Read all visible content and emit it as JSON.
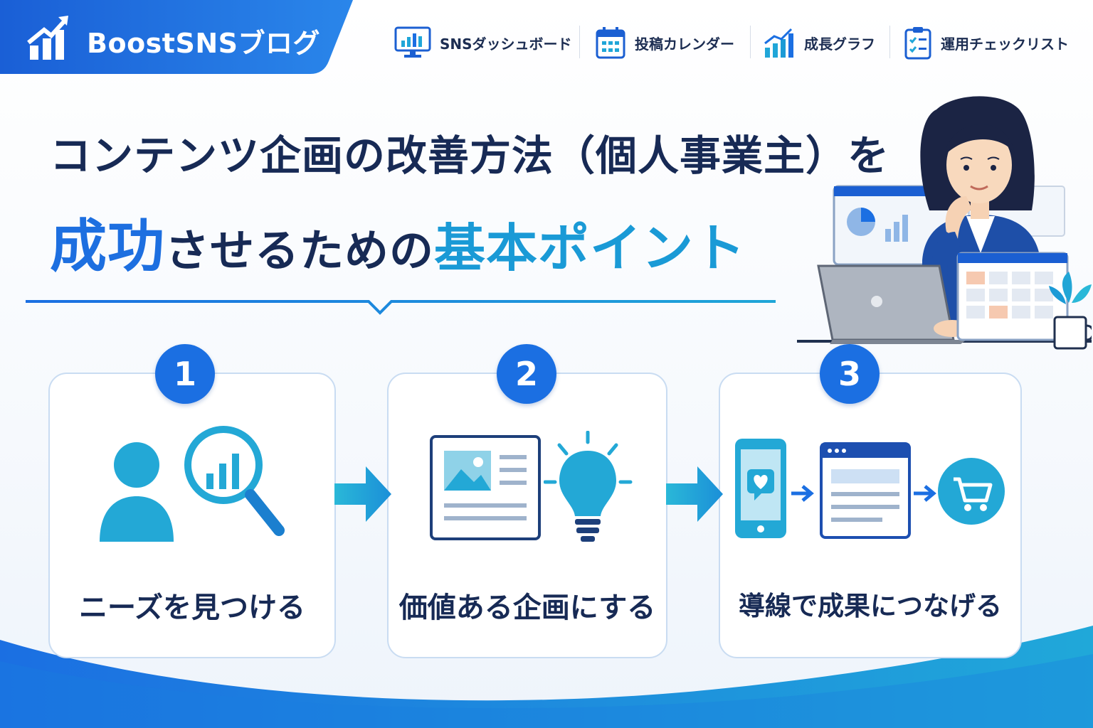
{
  "brand": {
    "name": "BoostSNSブログ",
    "accent": "#1b6fe2",
    "accent2": "#1fa6d8"
  },
  "nav": [
    {
      "label": "SNSダッシュボード",
      "icon": "dashboard-monitor-icon"
    },
    {
      "label": "投稿カレンダー",
      "icon": "calendar-icon"
    },
    {
      "label": "成長グラフ",
      "icon": "growth-chart-icon"
    },
    {
      "label": "運用チェックリスト",
      "icon": "checklist-icon"
    }
  ],
  "headline": {
    "line1": "コンテンツ企画の改善方法（個人事業主）を",
    "line2_a": "成功",
    "line2_b": "させるための",
    "line2_c": "基本ポイント"
  },
  "steps": [
    {
      "number": "1",
      "label": "ニーズを見つける",
      "icons": [
        "person-icon",
        "magnifier-chart-icon"
      ]
    },
    {
      "number": "2",
      "label": "価値ある企画にする",
      "icons": [
        "article-image-icon",
        "lightbulb-icon"
      ]
    },
    {
      "number": "3",
      "label": "導線で成果につなげる",
      "icons": [
        "smartphone-heart-icon",
        "webpage-icon",
        "cart-icon"
      ]
    }
  ]
}
